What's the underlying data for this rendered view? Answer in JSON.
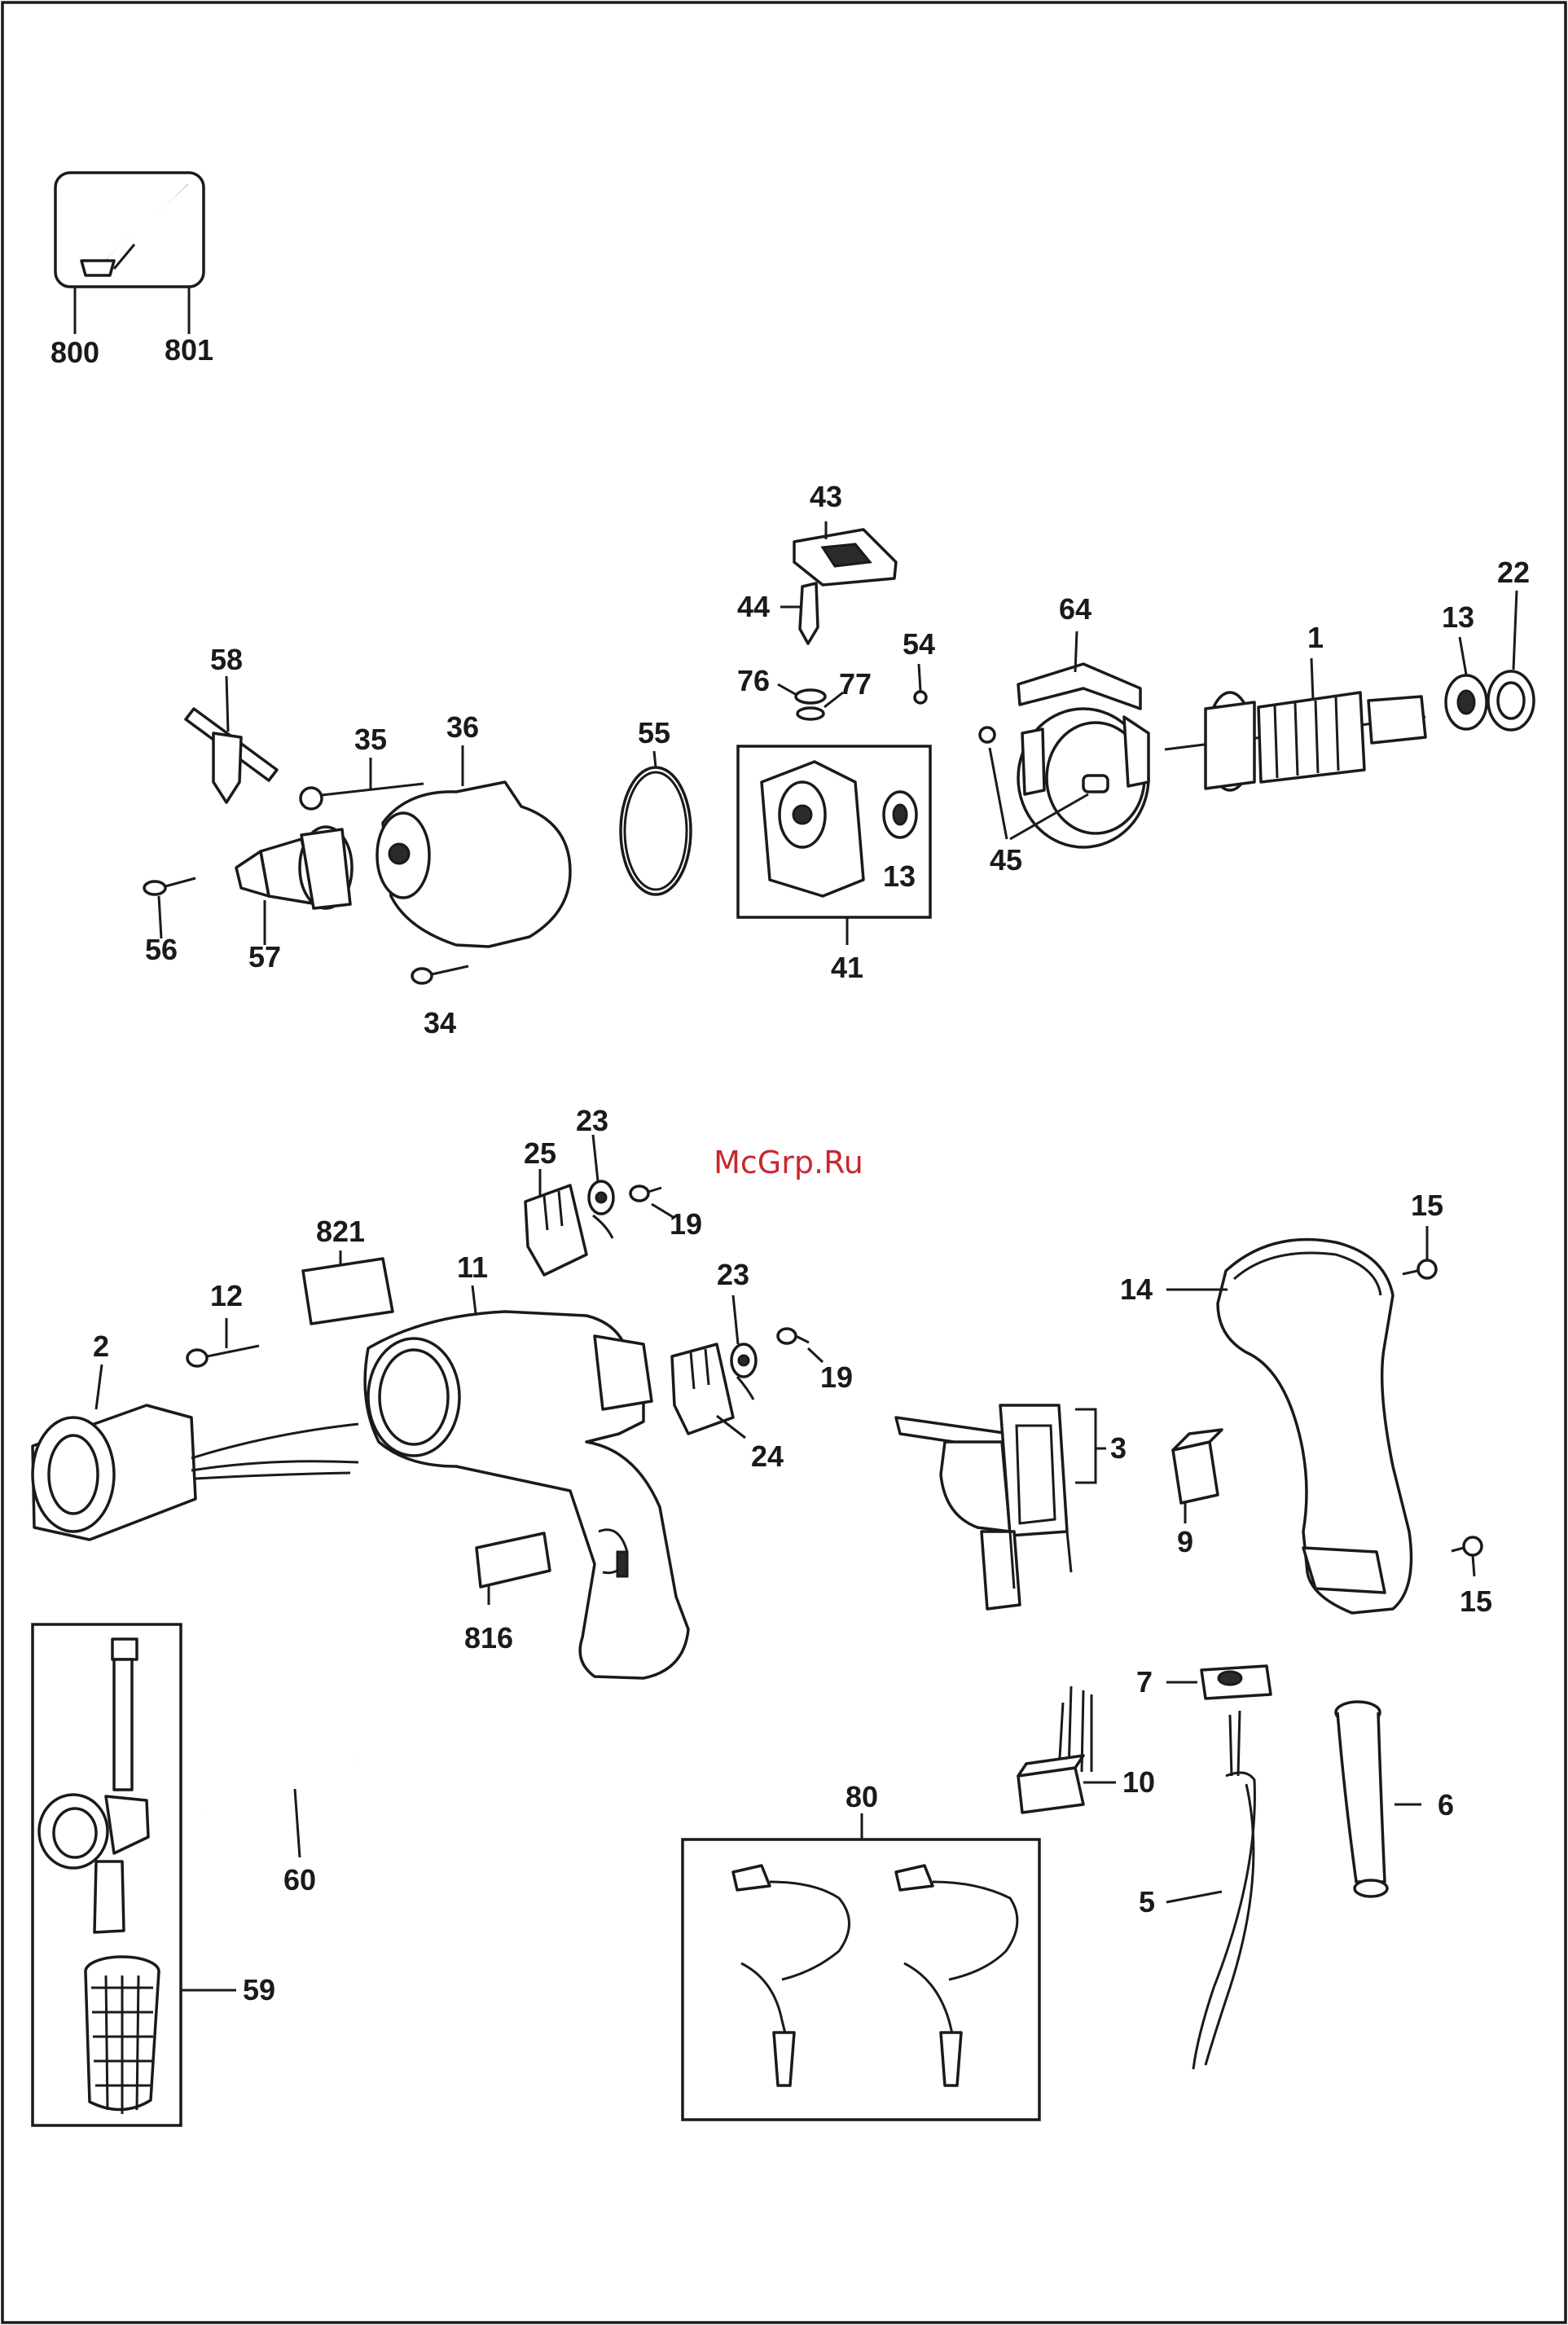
{
  "watermark": "McGrp.Ru",
  "labels": {
    "p800": "800",
    "p801": "801",
    "p43": "43",
    "p44": "44",
    "p54": "54",
    "p76": "76",
    "p77": "77",
    "p64": "64",
    "p1": "1",
    "p13a": "13",
    "p22": "22",
    "p58": "58",
    "p35": "35",
    "p36": "36",
    "p55": "55",
    "p13b": "13",
    "p45": "45",
    "p56": "56",
    "p57": "57",
    "p41": "41",
    "p34": "34",
    "p23a": "23",
    "p25": "25",
    "p19a": "19",
    "p821": "821",
    "p15a": "15",
    "p11": "11",
    "p12": "12",
    "p14": "14",
    "p2": "2",
    "p23b": "23",
    "p19b": "19",
    "p24": "24",
    "p3": "3",
    "p9": "9",
    "p15b": "15",
    "p816": "816",
    "p7": "7",
    "p10": "10",
    "p80": "80",
    "p6": "6",
    "p5": "5",
    "p60": "60",
    "p59": "59"
  }
}
